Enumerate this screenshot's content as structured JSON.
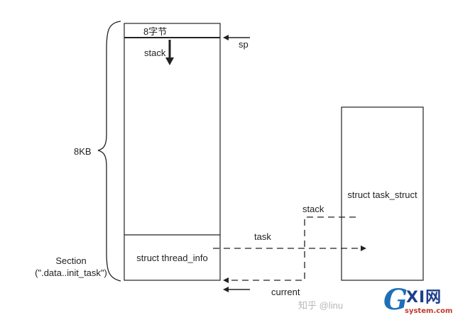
{
  "diagram": {
    "stack_region": {
      "top_slot_label": "8字节",
      "stack_label": "stack",
      "bottom_block_label": "struct thread_info"
    },
    "sp_label": "sp",
    "size_label": "8KB",
    "section_label_line1": "Section",
    "section_label_line2": "(\".data..init_task\")",
    "task_struct_label": "struct task_struct",
    "arrow_task_label": "task",
    "arrow_stack_label": "stack",
    "arrow_current_label": "current"
  },
  "watermark": {
    "text": "知乎 @linu"
  },
  "logo": {
    "g_letter": "G",
    "main_text": "XI网",
    "sub_text": "system.com"
  }
}
